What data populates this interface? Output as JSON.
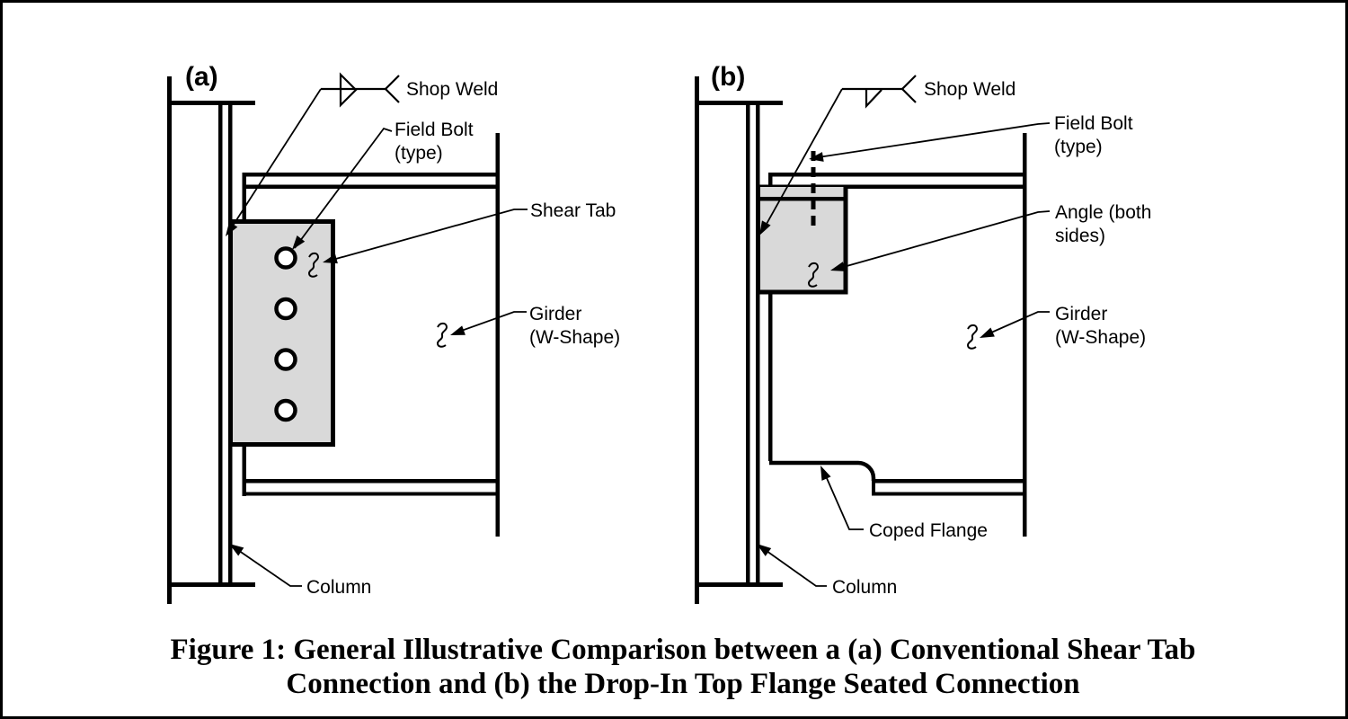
{
  "figure": {
    "caption_line1": "Figure 1: General Illustrative Comparison between a (a) Conventional Shear Tab",
    "caption_line2": "Connection and (b) the Drop-In Top Flange Seated Connection"
  },
  "panel_a": {
    "label": "(a)",
    "annotations": {
      "shop_weld": "Shop Weld",
      "field_bolt_line1": "Field Bolt",
      "field_bolt_line2": "(type)",
      "shear_tab": "Shear Tab",
      "girder_line1": "Girder",
      "girder_line2": "(W-Shape)",
      "column": "Column"
    }
  },
  "panel_b": {
    "label": "(b)",
    "annotations": {
      "shop_weld": "Shop Weld",
      "field_bolt_line1": "Field Bolt",
      "field_bolt_line2": "(type)",
      "angle_line1": "Angle (both",
      "angle_line2": "sides)",
      "girder_line1": "Girder",
      "girder_line2": "(W-Shape)",
      "coped_flange": "Coped Flange",
      "column": "Column"
    }
  },
  "colors": {
    "line": "#000000",
    "plate_fill": "#d9d9d9",
    "background": "#ffffff"
  }
}
